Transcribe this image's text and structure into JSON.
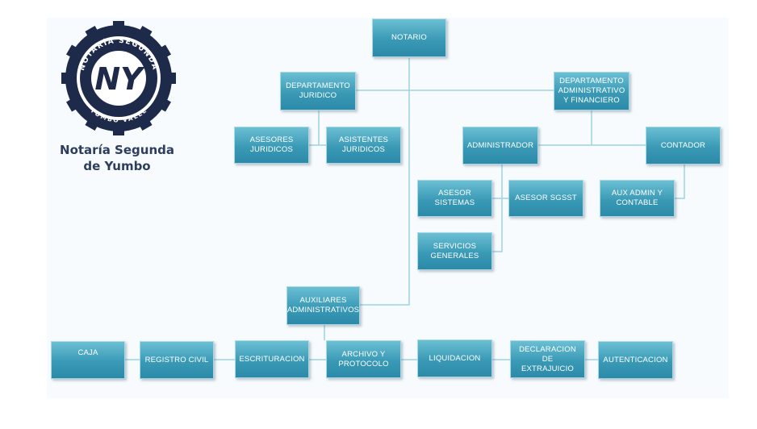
{
  "logo": {
    "ring_top_text": "NOTARÍA SEGUNDA",
    "ring_bottom_text": "YUMBO VALLE",
    "monogram": "NY",
    "colors": {
      "navy": "#1e2a4a",
      "white": "#ffffff"
    }
  },
  "caption": {
    "line1": "Notaría Segunda",
    "line2": "de Yumbo"
  },
  "colors": {
    "node_top": "#6bbfd3",
    "node_bottom": "#2c8aa8",
    "connector": "#9fd3e2",
    "panel": "#f7fbfd"
  },
  "nodes": {
    "notario": "NOTARIO",
    "dep_juridico": "DEPARTAMENTO\nJURIDICO",
    "dep_admin": "DEPARTAMENTO\nADMINISTRATIVO\nY FINANCIERO",
    "asesores_juridicos": "ASESORES\nJURIDICOS",
    "asistentes_juridicos": "ASISTENTES\nJURIDICOS",
    "administrador": "ADMINISTRADOR",
    "contador": "CONTADOR",
    "asesor_sistemas": "ASESOR SISTEMAS",
    "asesor_sgsst": "ASESOR SGSST",
    "aux_admin_contable": "AUX ADMIN Y\nCONTABLE",
    "servicios_generales": "SERVICIOS\nGENERALES",
    "auxiliares_admin": "AUXILIARES\nADMINISTRATIVOS",
    "caja": "CAJA",
    "registro_civil": "REGISTRO CIVIL",
    "escrituracion": "ESCRITURACION",
    "archivo_protocolo": "ARCHIVO Y\nPROTOCOLO",
    "liquidacion": "LIQUIDACION",
    "declaracion_extrajuicio": "DECLARACION DE\nEXTRAJUICIO",
    "autenticacion": "AUTENTICACION"
  }
}
